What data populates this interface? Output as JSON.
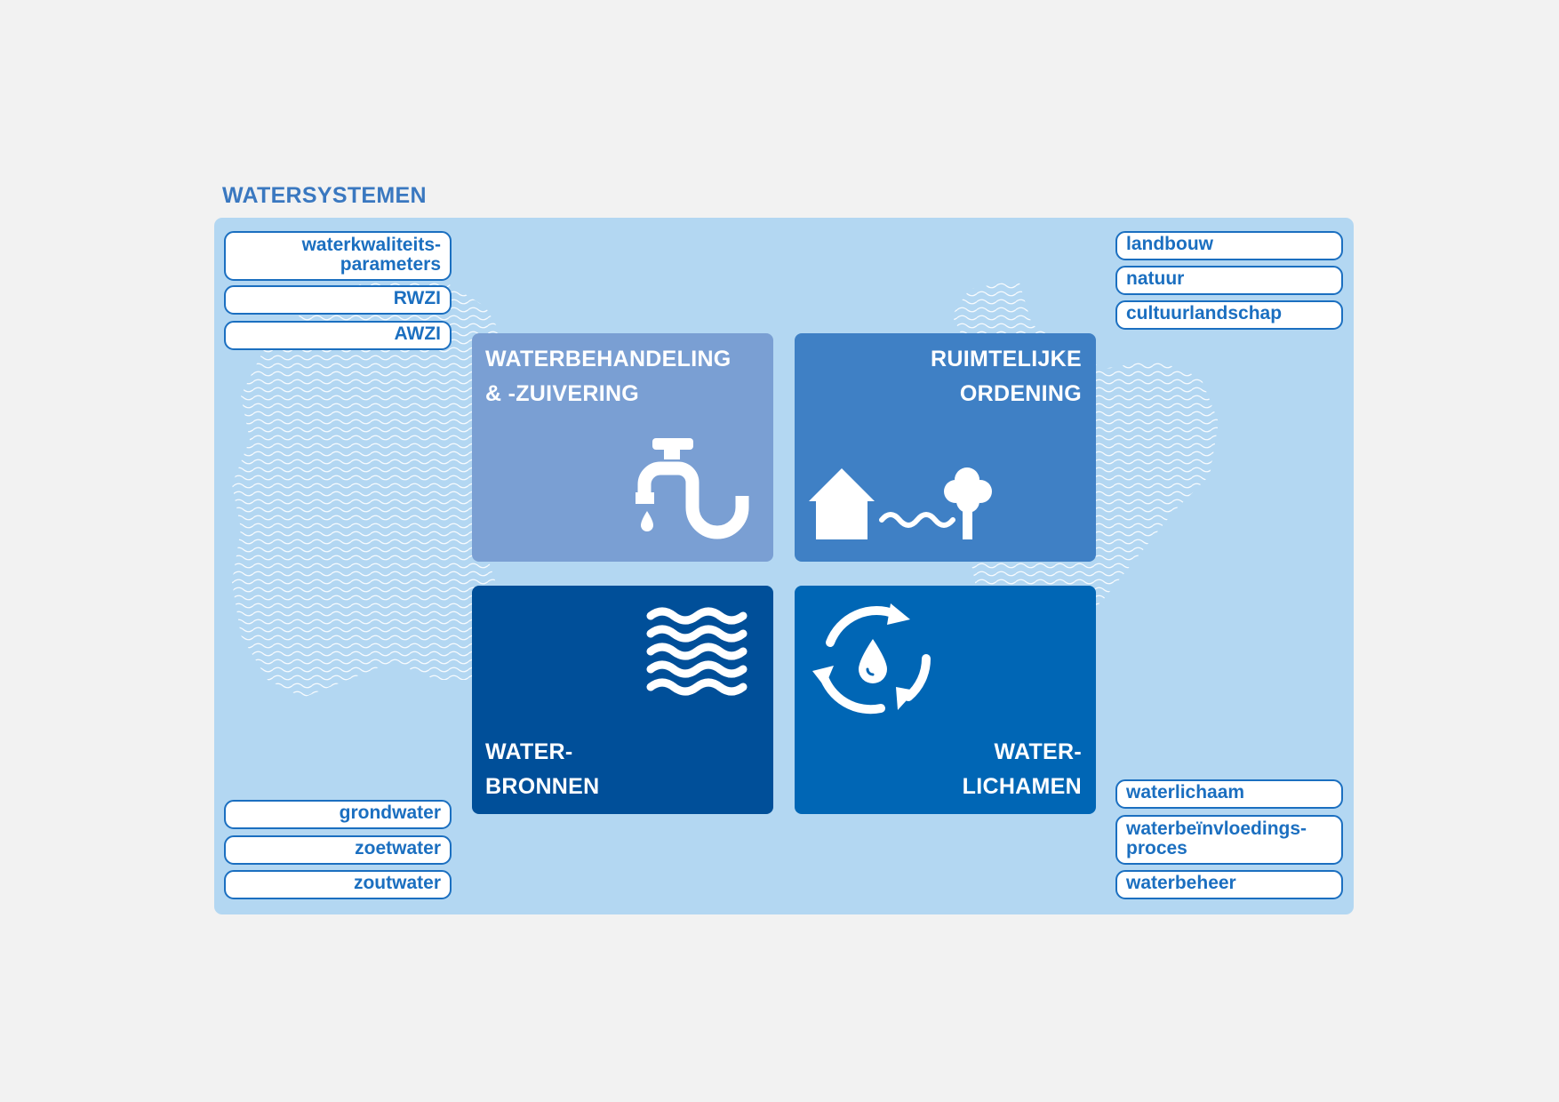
{
  "title": "WATERSYSTEMEN",
  "colors": {
    "background": "#f2f2f2",
    "panel": "#b3d7f2",
    "accent": "#1b6fc0",
    "tile_treatment": "#7a9fd3",
    "tile_planning": "#3f80c5",
    "tile_sources": "#004f99",
    "tile_bodies": "#0066b5"
  },
  "tags_top_left": [
    {
      "line1": "waterkwaliteits-",
      "line2": "parameters"
    },
    {
      "text": "RWZI"
    },
    {
      "text": "AWZI"
    }
  ],
  "tags_bottom_left": [
    {
      "text": "grondwater"
    },
    {
      "text": "zoetwater"
    },
    {
      "text": "zoutwater"
    }
  ],
  "tags_top_right": [
    {
      "text": "landbouw"
    },
    {
      "text": "natuur"
    },
    {
      "text": "cultuurlandschap"
    }
  ],
  "tags_bottom_right": [
    {
      "text": "waterlichaam"
    },
    {
      "line1": "waterbeïnvloedings-",
      "line2": "proces"
    },
    {
      "text": "waterbeheer"
    }
  ],
  "tiles": {
    "treatment": {
      "line1": "WATERBEHANDELING",
      "line2": "& -ZUIVERING",
      "icon": "tap-pipe-icon"
    },
    "planning": {
      "line1": "RUIMTELIJKE",
      "line2": "ORDENING",
      "icon": "house-water-tree-icon"
    },
    "sources": {
      "line1": "WATER-",
      "line2": "BRONNEN",
      "icon": "waves-icon"
    },
    "bodies": {
      "line1": "WATER-",
      "line2": "LICHAMEN",
      "icon": "water-cycle-icon"
    }
  }
}
